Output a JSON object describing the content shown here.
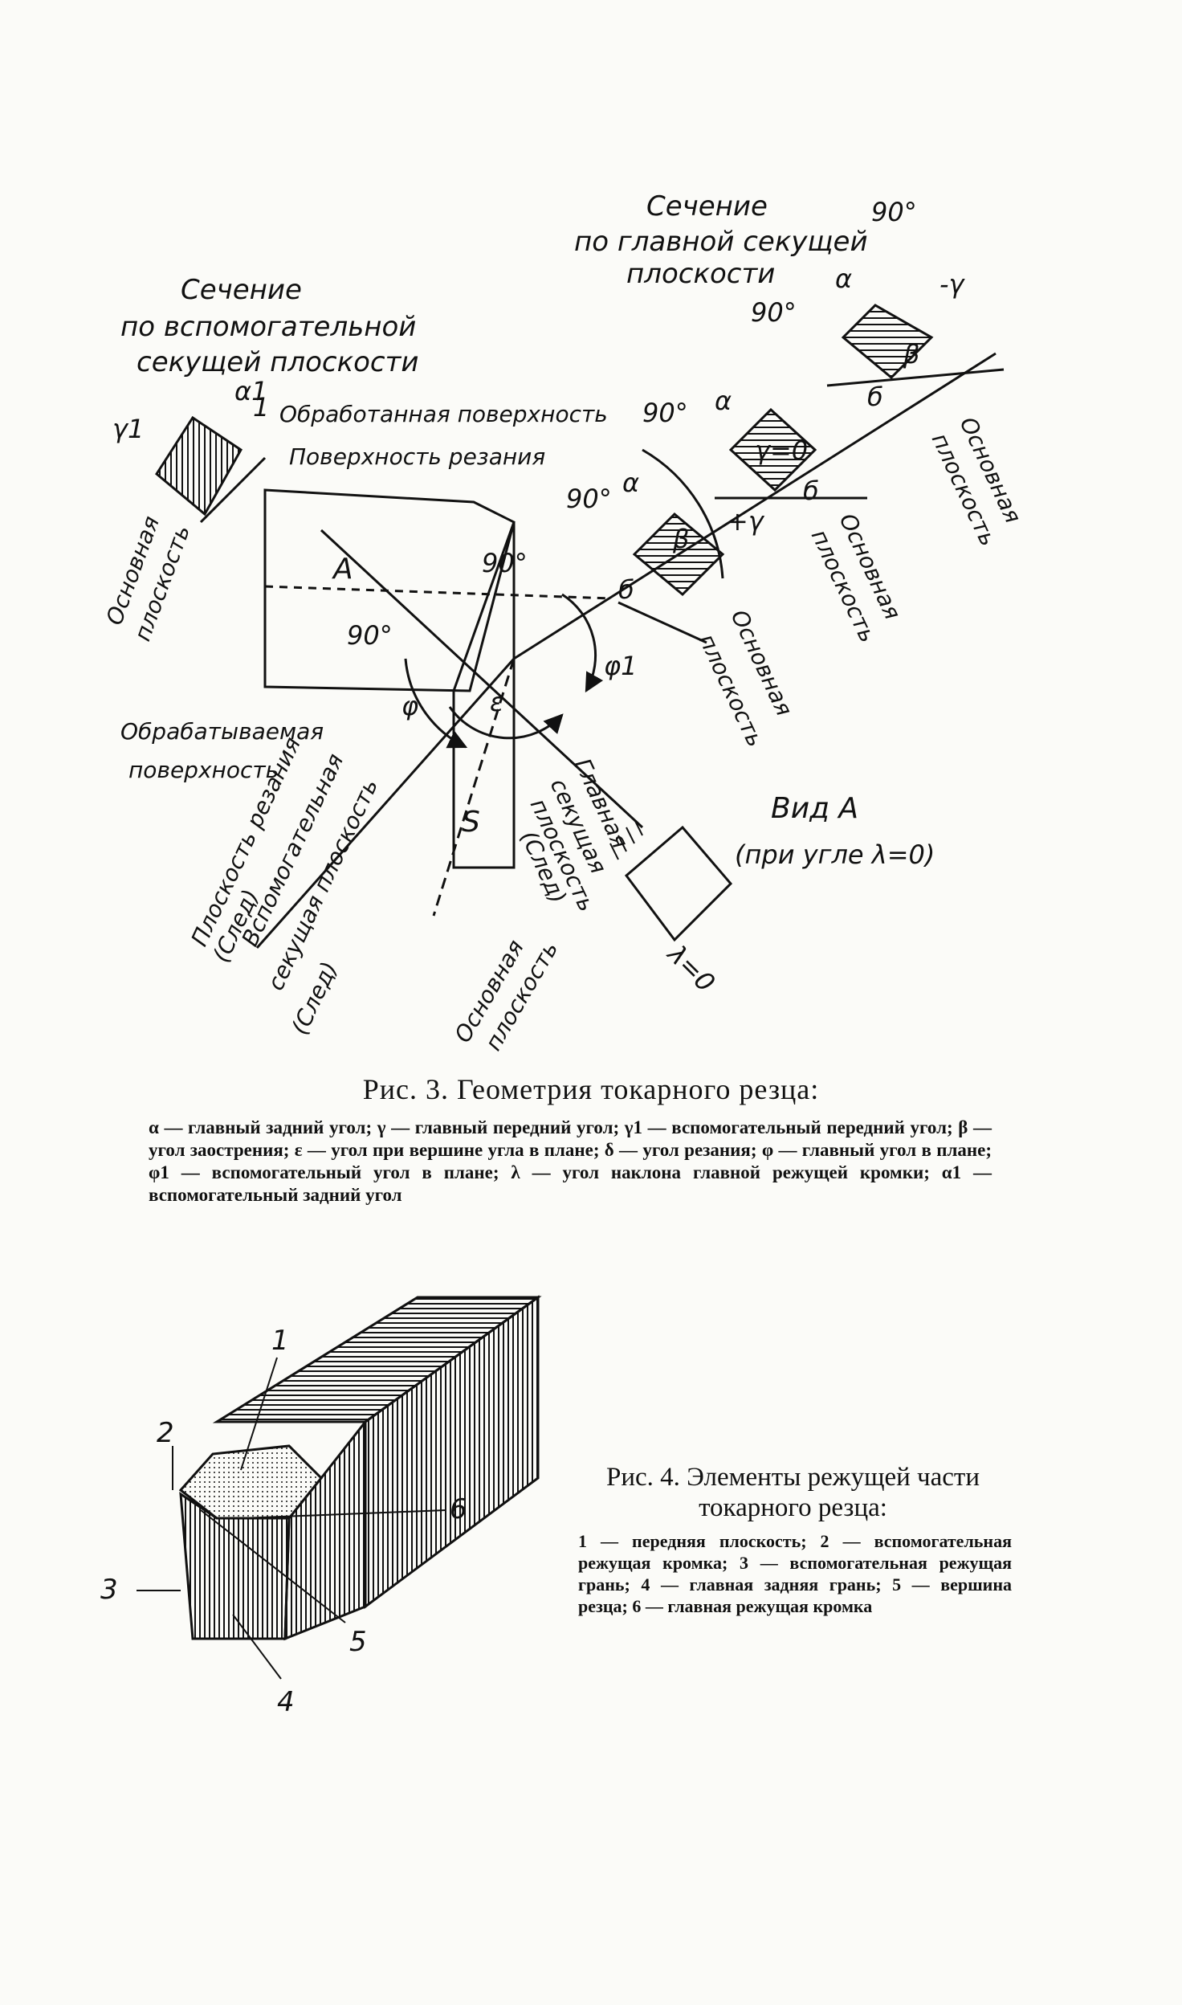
{
  "figure3": {
    "labels": {
      "aux_section_title_1": "Сечение",
      "aux_section_title_2": "по вспомогательной",
      "aux_section_title_3": "секущей плоскости",
      "main_section_title_1": "Сечение",
      "main_section_title_2": "по главной секущей",
      "main_section_title_3": "плоскости",
      "machined_surface": "Обработанная поверхность",
      "cutting_surface": "Поверхность резания",
      "work_surface_1": "Обрабатываемая",
      "work_surface_2": "поверхность",
      "cutting_plane_1": "Плоскость резания",
      "cutting_plane_2": "(След)",
      "aux_plane_1": "Вспомогательная",
      "aux_plane_2": "секущая плоскость",
      "aux_plane_3": "(След)",
      "main_plane_1": "Главная",
      "main_plane_2": "секущая",
      "main_plane_3": "плоскость",
      "main_plane_4": "(След)",
      "view_a_1": "Вид А",
      "view_a_2": "(при угле λ=0)",
      "base_plane_1": "Основная",
      "base_plane_2": "плоскость",
      "angle_90": "90°",
      "angle_90b": "90°",
      "alpha": "α",
      "alpha1": "α1",
      "gamma1": "γ1",
      "beta": "β",
      "delta": "б",
      "epsilon": "ε",
      "phi": "φ",
      "phi1": "φ1",
      "plus_gamma": "+γ",
      "minus_gamma": "-γ",
      "gamma_zero": "γ=0",
      "lambda_zero": "λ=0",
      "letter_a": "A",
      "letter_s": "S",
      "num_1": "1"
    },
    "title": "Рис. 3. Геометрия токарного резца:",
    "legend": "α — главный задний угол; γ — главный передний угол; γ1 — вспомогательный передний угол; β — угол заострения; ε — угол при вершине угла в плане; δ — угол резания; φ — главный угол в плане; φ1 — вспомогательный угол в плане; λ — угол наклона главной режущей кромки; α1 — вспомогательный задний угол"
  },
  "figure4": {
    "labels": {
      "n1": "1",
      "n2": "2",
      "n3": "3",
      "n4": "4",
      "n5": "5",
      "n6": "6"
    },
    "title": "Рис. 4. Элементы режущей части токарного резца:",
    "legend": "1 — передняя плоскость; 2 — вспомогательная режущая кромка; 3 — вспомогательная режущая грань; 4 — главная задняя грань; 5 — вершина резца; 6 — главная режущая кромка"
  }
}
